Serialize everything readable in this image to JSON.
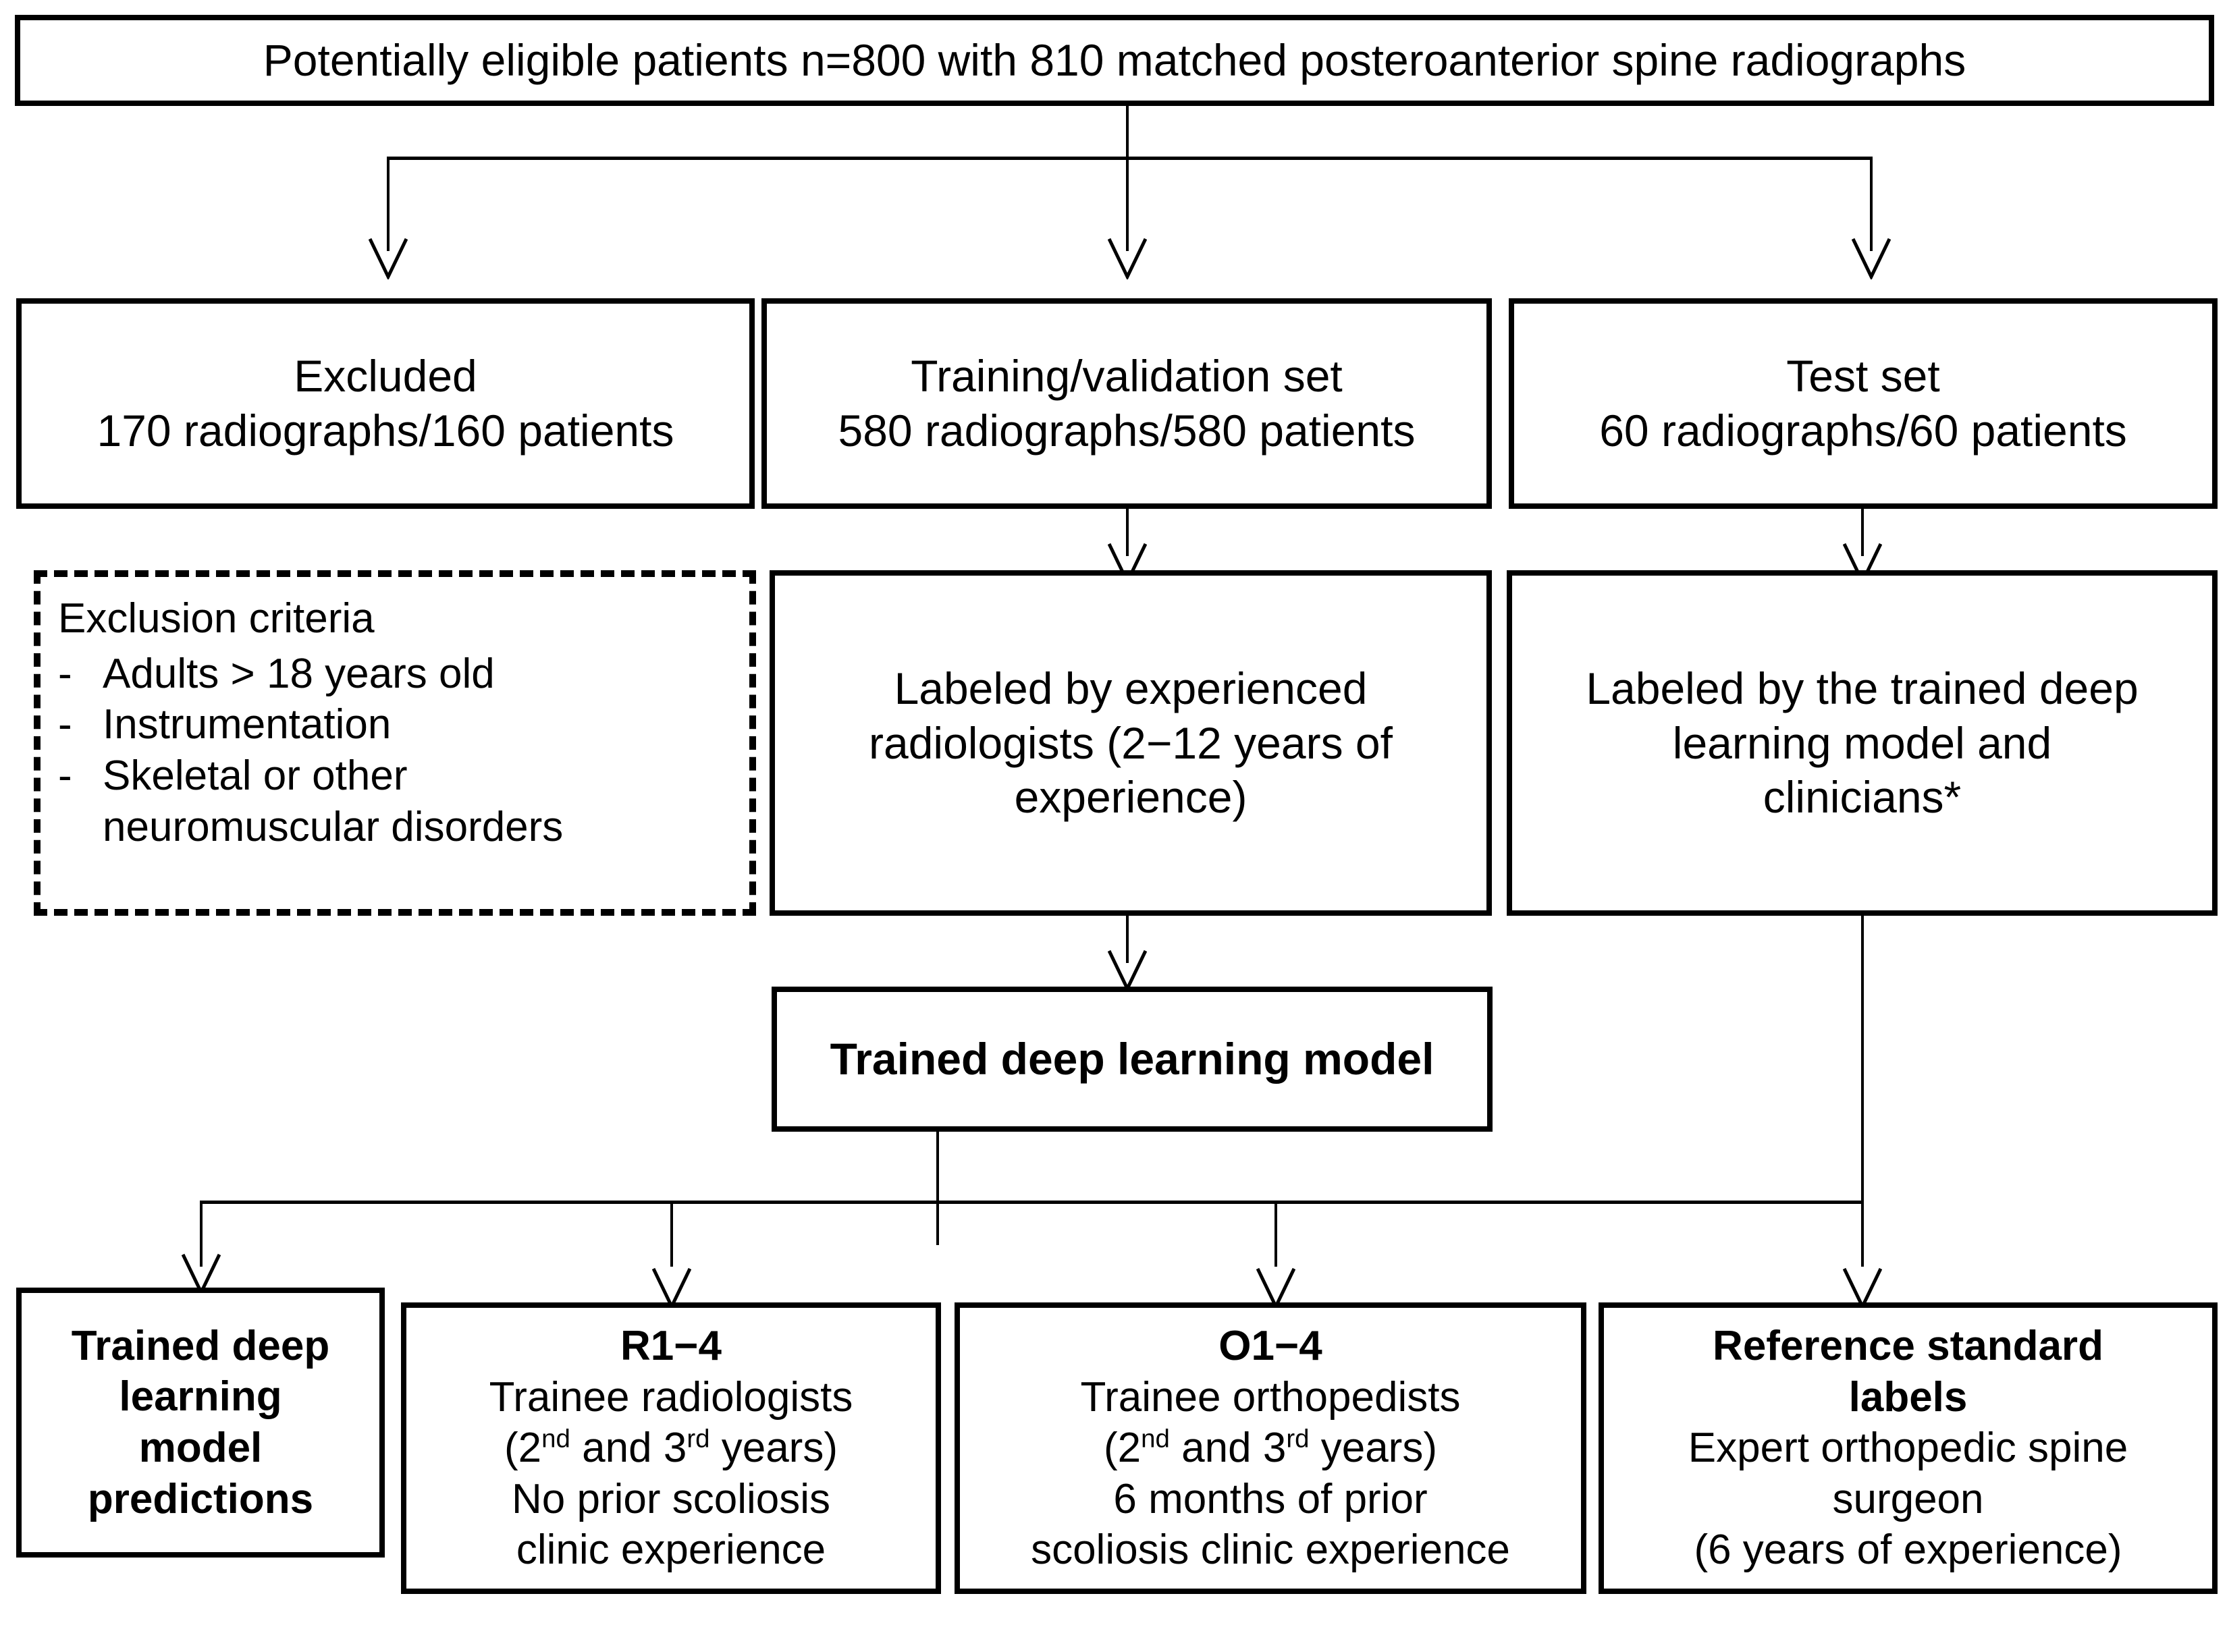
{
  "nodes": {
    "top": {
      "text": "Potentially eligible patients n=800 with 810 matched posteroanterior spine radiographs"
    },
    "excluded": {
      "line1": "Excluded",
      "line2": "170 radiographs/160 patients"
    },
    "training_set": {
      "line1": "Training/validation set",
      "line2": "580 radiographs/580 patients"
    },
    "test_set": {
      "line1": "Test set",
      "line2": "60 radiographs/60 patients"
    },
    "exclusion_criteria": {
      "title": "Exclusion criteria",
      "bullet_marker": "-",
      "items": [
        "Adults > 18 years old",
        "Instrumentation",
        "Skeletal or other"
      ],
      "item3_wrap": "neuromuscular disorders"
    },
    "labeled_radiologists": {
      "line1": "Labeled by experienced",
      "line2": "radiologists (2−12 years of",
      "line3": "experience)"
    },
    "labeled_model": {
      "line1": "Labeled by the trained deep",
      "line2": "learning model and",
      "line3": "clinicians*"
    },
    "trained_model": {
      "text": "Trained deep learning model"
    },
    "predictions": {
      "line1": "Trained deep",
      "line2": "learning",
      "line3": "model",
      "line4": "predictions"
    },
    "r_group": {
      "title": "R1−4",
      "line1": "Trainee radiologists",
      "line2_pre": "(2",
      "line2_sup1": "nd",
      "line2_mid": " and 3",
      "line2_sup2": "rd",
      "line2_post": " years)",
      "line3": "No prior scoliosis",
      "line4": "clinic experience"
    },
    "o_group": {
      "title": "O1−4",
      "line1": "Trainee orthopedists",
      "line2_pre": "(2",
      "line2_sup1": "nd",
      "line2_mid": " and 3",
      "line2_sup2": "rd",
      "line2_post": " years)",
      "line3": "6 months of prior",
      "line4": "scoliosis clinic experience"
    },
    "reference_standard": {
      "title1": "Reference standard",
      "title2": "labels",
      "line1": "Expert orthopedic spine",
      "line2": "surgeon",
      "line3": "(6 years of experience)"
    }
  },
  "colors": {
    "stroke": "#000000",
    "background": "#ffffff"
  }
}
